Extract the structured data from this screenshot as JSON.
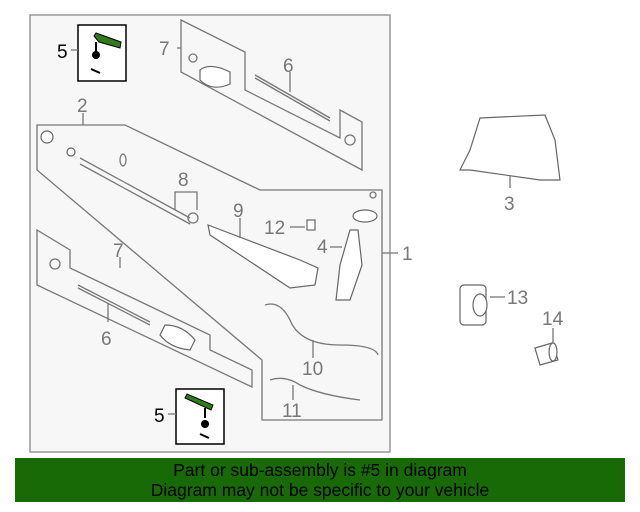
{
  "diagram": {
    "callouts": {
      "c5_top": "5",
      "c7_top": "7",
      "c6_top": "6",
      "c2": "2",
      "c8": "8",
      "c9": "9",
      "c12": "12",
      "c4": "4",
      "c1": "1",
      "c7_mid": "7",
      "c6_mid": "6",
      "c10": "10",
      "c11": "11",
      "c5_bottom": "5",
      "c3": "3",
      "c13": "13",
      "c14": "14"
    },
    "highlight_color": "#2e7d1a"
  },
  "banner": {
    "line1": "Part or sub-assembly is #5 in diagram",
    "line2": "Diagram may not be specific to your vehicle",
    "color": "#176a06"
  }
}
